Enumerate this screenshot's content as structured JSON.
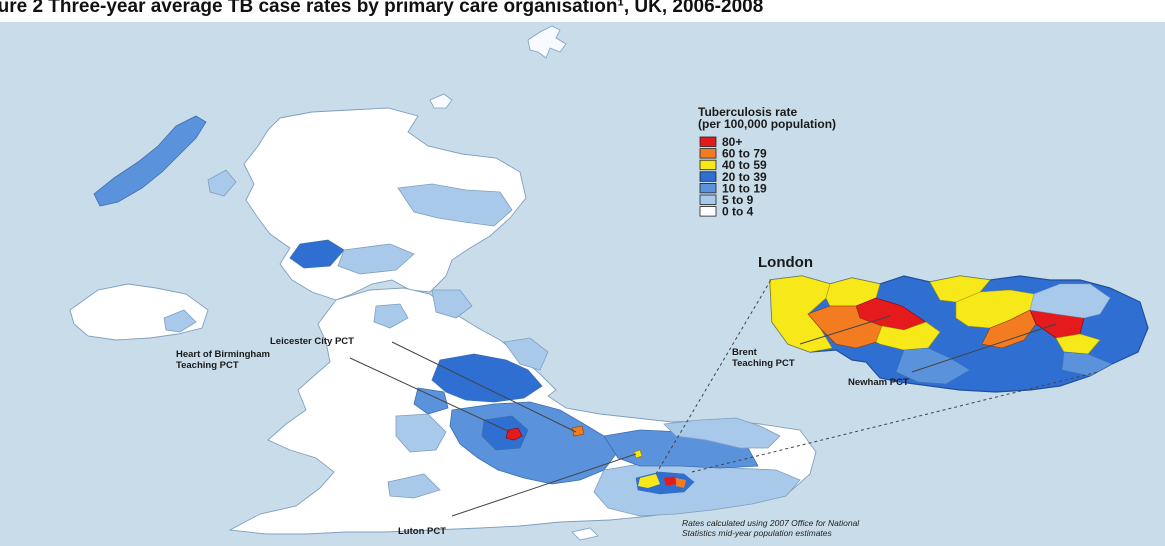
{
  "title": "gure 2 Three-year average TB case rates by primary care organisation¹, UK, 2006-2008",
  "legend": {
    "title_line1": "Tuberculosis rate",
    "title_line2": "(per 100,000 population)",
    "items": [
      {
        "label": "80+",
        "color": "#e41a1c"
      },
      {
        "label": "60 to 79",
        "color": "#f47c20"
      },
      {
        "label": "40 to 59",
        "color": "#f7e81a"
      },
      {
        "label": "20 to 39",
        "color": "#2f6fd1"
      },
      {
        "label": "10 to 19",
        "color": "#5a93dc"
      },
      {
        "label": "5 to 9",
        "color": "#a8c9ea"
      },
      {
        "label": "0 to 4",
        "color": "#ffffff"
      }
    ]
  },
  "inset": {
    "title": "London"
  },
  "labels": {
    "leicester": "Leicester City PCT",
    "birmingham_1": "Heart of Birmingham",
    "birmingham_2": "Teaching PCT",
    "brent_1": "Brent",
    "brent_2": "Teaching PCT",
    "newham": "Newham PCT",
    "luton": "Luton PCT"
  },
  "footnote": {
    "line1": "Rates calculated using 2007 Office for National",
    "line2": "Statistics mid-year population estimates"
  },
  "colors": {
    "sea": "#c9dcea",
    "border": "#7f9fc0",
    "leader_line": "#444444"
  }
}
